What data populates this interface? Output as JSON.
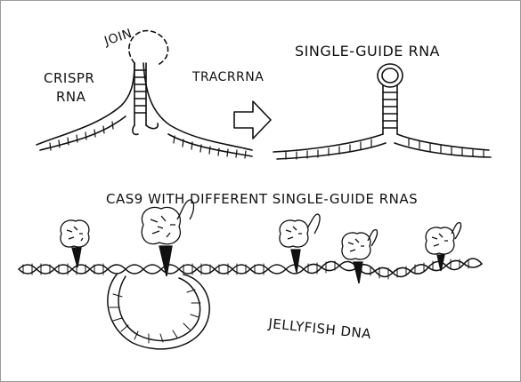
{
  "labels": {
    "crispr_line1": "CRISPR",
    "crispr_line2": "RNA",
    "join": "JOIN",
    "tracr": "TRACRRNA",
    "single_guide": "SINGLE-GUIDE RNA",
    "cas9_caption": "CAS9 WITH DIFFERENT SINGLE-GUIDE RNAS",
    "jellyfish": "JELLYFISH DNA"
  },
  "colors": {
    "ink": "#111111",
    "paper": "#ffffff",
    "frame": "#9a9a9a"
  },
  "icons": [
    "arrow-right-icon"
  ]
}
